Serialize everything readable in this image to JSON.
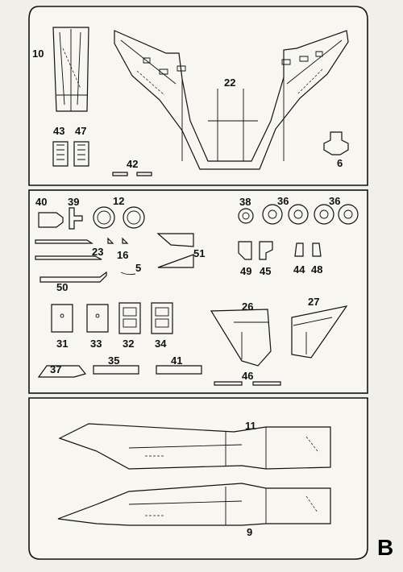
{
  "sheet": {
    "letter": "B"
  },
  "sections": [
    {
      "name": "top",
      "labels": {
        "p10": "10",
        "p22": "22",
        "p43": "43",
        "p47": "47",
        "p42": "42",
        "p6": "6"
      }
    },
    {
      "name": "middle",
      "labels": {
        "p40": "40",
        "p39": "39",
        "p12": "12",
        "p38": "38",
        "p36a": "36",
        "p36b": "36",
        "p23": "23",
        "p16": "16",
        "p51": "51",
        "p5": "5",
        "p49": "49",
        "p45": "45",
        "p44": "44",
        "p48": "48",
        "p50": "50",
        "p26": "26",
        "p27": "27",
        "p31": "31",
        "p33": "33",
        "p32": "32",
        "p34": "34",
        "p37": "37",
        "p35": "35",
        "p41": "41",
        "p46": "46"
      }
    },
    {
      "name": "bottom",
      "labels": {
        "p11": "11",
        "p9": "9"
      }
    }
  ]
}
